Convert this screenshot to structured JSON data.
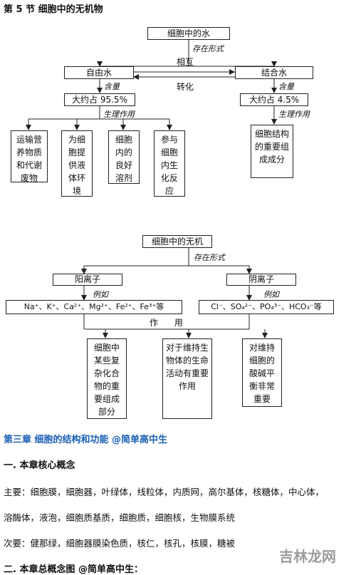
{
  "section_title": "第 5 节  细胞中的无机物",
  "diagram1": {
    "root": "细胞中的水",
    "exist_label": "存在形式",
    "mutual": "相互",
    "convert": "转化",
    "free": "自由水",
    "bound": "结合水",
    "content_label_left": "含量",
    "content_label_right": "含量",
    "free_pct": "大约占 95.5%",
    "bound_pct": "大约占 4.5%",
    "func_label_left": "生理作用",
    "func_label_right": "生理作用",
    "free_funcs": [
      "运输营养物质和代谢废物",
      "为细胞提供液体环境",
      "细胞内的良好溶剂",
      "参与细胞内生化反应"
    ],
    "bound_func": "细胞结构的重要组成成分"
  },
  "diagram2": {
    "root": "细胞中的无机",
    "exist_label": "存在形式",
    "cation": "阳离子",
    "anion": "阴离子",
    "example_left": "例如",
    "example_right": "例如",
    "cation_list": "Na⁺、K⁺、Ca²⁺、Mg²⁺、Fe²⁺、Fe³⁺等",
    "anion_list": "Cl⁻、SO₄²⁻、PO₄³⁻、HCO₃⁻等",
    "effect": "作      用",
    "funcs": [
      "细胞中某些复杂化合物的重要组成部分",
      "对于维持生物体的生命活动有重要作用",
      "对维持细胞的酸碱平衡非常重要"
    ]
  },
  "chapter": {
    "title": "第三章  细胞的结构和功能 @简单高中生",
    "sub1": "一. 本章核心概念",
    "main_line1": "主要：细胞膜，细胞器，叶绿体，线粒体，内质网，高尔基体，核糖体，中心体，",
    "main_line2": "溶酶体，液泡，细胞质基质，细胞质，细胞核，生物膜系统",
    "minor_line": "次要：健那绿，细胞器膜染色质，核仁，核孔，核膜，糖被",
    "sub2": "二. 本章总概念图 @简单高中生："
  },
  "watermark": "吉林龙网"
}
